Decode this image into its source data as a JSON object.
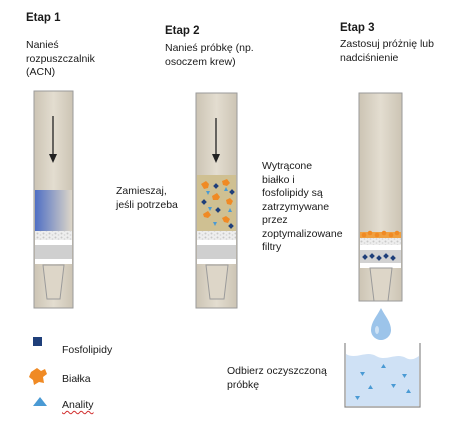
{
  "steps": [
    {
      "title": "Etap 1",
      "text": "Nanieś\nrozpuszczalnik\n(ACN)"
    },
    {
      "title": "Etap 2",
      "text": "Nanieś próbkę (np.\nosoczem krew)"
    },
    {
      "title": "Etap 3",
      "text": "Zastosuj próżnię lub\nnadciśnienie"
    }
  ],
  "annotations": {
    "mix": "Zamieszaj,\njeśli potrzeba",
    "retained": "Wytrącone\nbiałko  i\nfosfolipidy są\nzatrzymywane\nprzez\nzoptymalizowane\nfiltry",
    "collect": "Odbierz oczyszczoną\npróbkę"
  },
  "legend": [
    {
      "label": "Fosfolipidy",
      "icon": "square-icon",
      "color": "#1f3f7a"
    },
    {
      "label": "Białka",
      "icon": "protein-blob-icon",
      "color": "#f08a24"
    },
    {
      "label": "Anality",
      "icon": "triangle-icon",
      "color": "#4a9ad4"
    }
  ],
  "colors": {
    "tube_fill": "#ddd6c8",
    "tube_border": "#9a9a9a",
    "solvent": "#5a78c8",
    "sample": "#cfc092",
    "phospholipid": "#1f3f7a",
    "protein": "#f08a24",
    "analyte": "#4a9ad4",
    "drop": "#9cc4ea",
    "beaker_liquid": "#cfe1f5"
  }
}
